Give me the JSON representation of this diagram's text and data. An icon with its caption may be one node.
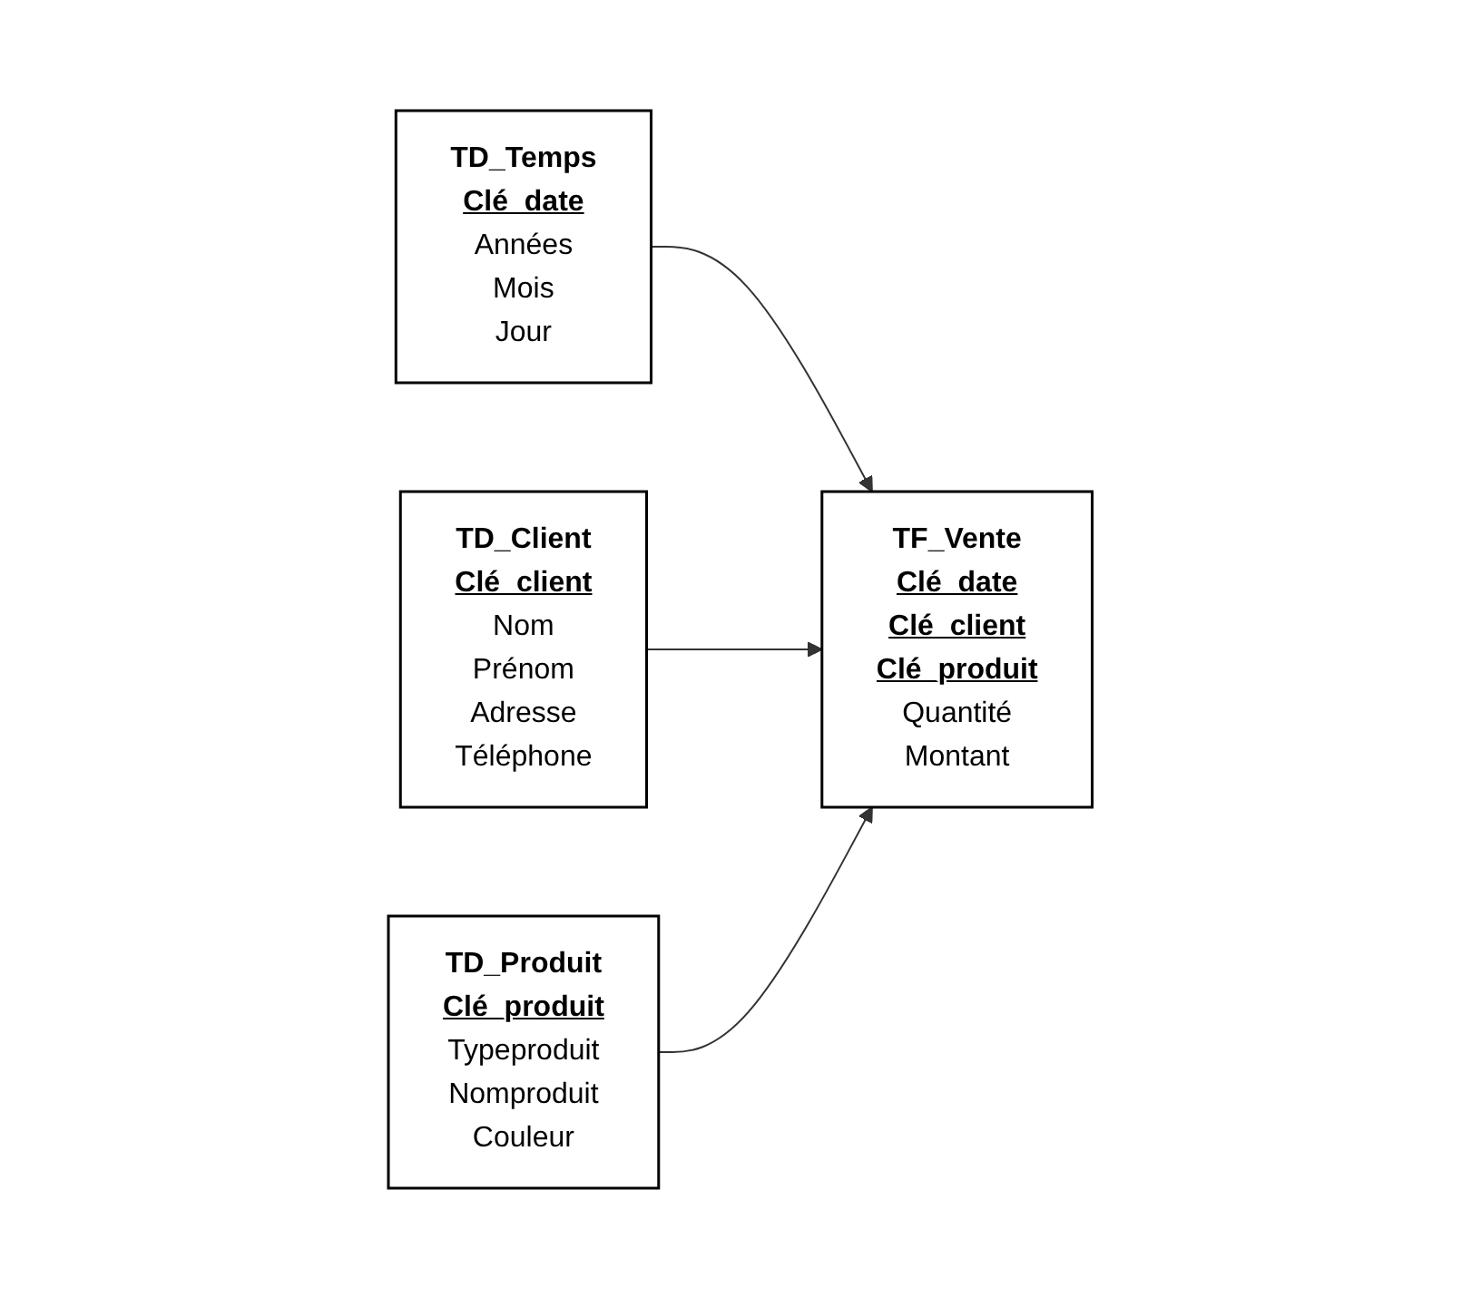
{
  "diagram": {
    "nodes": [
      {
        "text": [
          "TD_Temps",
          "Clé_date",
          "Années",
          "Mois",
          "Jour"
        ]
      },
      {
        "text": [
          "TF_Vente",
          "Clé_date",
          "Clé_client",
          "Clé_produit",
          "Quantité",
          "Montant"
        ]
      },
      {
        "text": [
          "TD_Client",
          "Clé_client",
          "Nom",
          "Prénom",
          "Adresse",
          "Téléphone"
        ]
      },
      {
        "text": [
          "TD_Produit",
          "Clé_produit",
          "Typeproduit",
          "Nomproduit",
          "Couleur"
        ]
      }
    ],
    "edges": [
      {
        "from": 0,
        "to": 1,
        "arrow": "to"
      },
      {
        "from": 2,
        "to": 1,
        "arrow": "to"
      },
      {
        "from": 3,
        "to": 1,
        "arrow": "to"
      }
    ]
  }
}
